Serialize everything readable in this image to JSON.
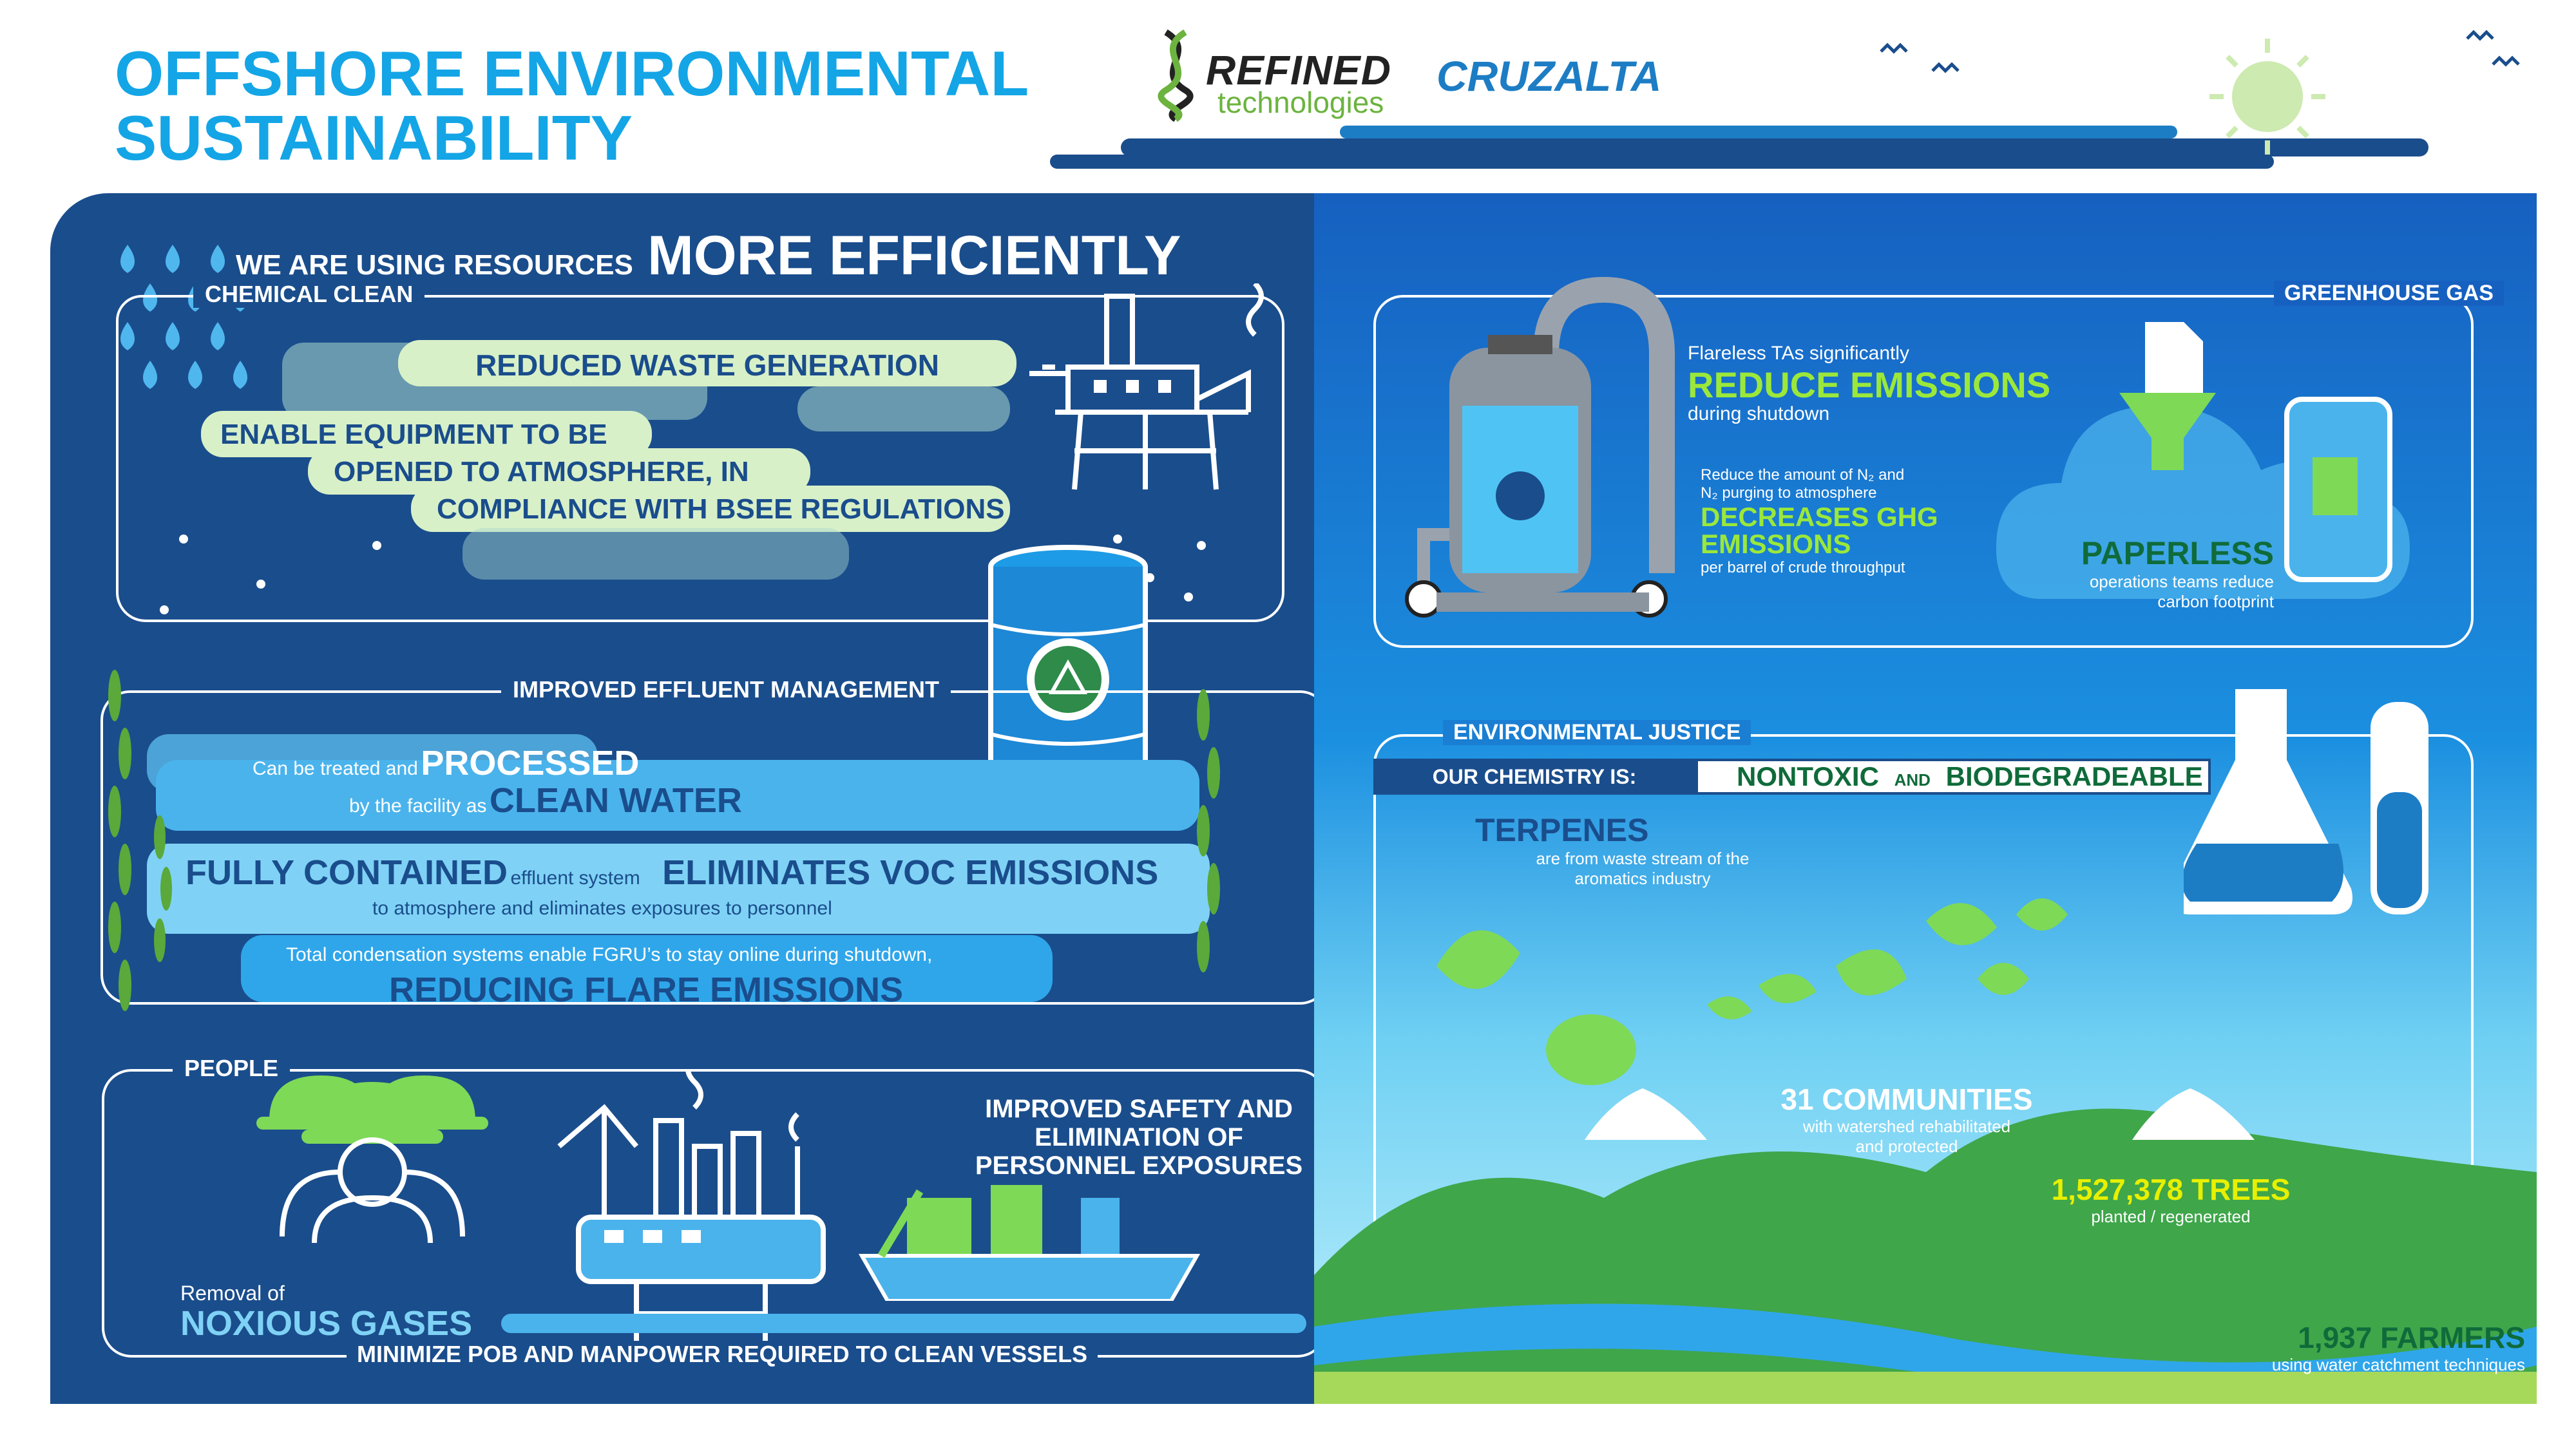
{
  "header": {
    "title_line1": "OFFSHORE ENVIRONMENTAL",
    "title_line2": "SUSTAINABILITY",
    "logo1_line1": "REFINED",
    "logo1_line2": "technologies",
    "logo2": "CRUZALTA"
  },
  "left": {
    "heading_small": "WE ARE USING RESOURCES",
    "heading_big": "MORE EFFICIENTLY",
    "chemical": {
      "label": "CHEMICAL CLEAN",
      "line1": "REDUCED WASTE GENERATION",
      "line2": "ENABLE EQUIPMENT TO BE",
      "line3": "OPENED TO ATMOSPHERE, IN",
      "line4": "COMPLIANCE WITH BSEE REGULATIONS"
    },
    "effluent": {
      "label": "IMPROVED EFFLUENT MANAGEMENT",
      "a1": "Can be treated and",
      "a2": "PROCESSED",
      "a3": "by the facility as",
      "a4": "CLEAN WATER",
      "b1": "FULLY CONTAINED",
      "b2": "effluent system",
      "b3": "ELIMINATES VOC EMISSIONS",
      "b4": "to atmosphere and eliminates exposures to personnel",
      "c1": "Total condensation systems enable FGRU’s to stay online during shutdown,",
      "c2": "REDUCING FLARE EMISSIONS"
    },
    "people": {
      "label": "PEOPLE",
      "safety1": "IMPROVED SAFETY AND",
      "safety2": "ELIMINATION OF",
      "safety3": "PERSONNEL EXPOSURES",
      "removal": "Removal of",
      "noxious": "NOXIOUS GASES",
      "bottom": "MINIMIZE POB AND MANPOWER REQUIRED TO CLEAN VESSELS"
    }
  },
  "right": {
    "ghg": {
      "label": "GREENHOUSE GAS",
      "flareless": "Flareless TAs significantly",
      "reduce": "REDUCE EMISSIONS",
      "during": "during shutdown",
      "reduce_n2_1": "Reduce the amount of N₂ and",
      "reduce_n2_2": "N₂ purging to atmosphere",
      "decreases1": "DECREASES GHG",
      "decreases2": "EMISSIONS",
      "per_barrel": "per barrel of crude throughput",
      "paperless": "PAPERLESS",
      "ops1": "operations teams reduce",
      "ops2": "carbon footprint"
    },
    "justice": {
      "label": "ENVIRONMENTAL JUSTICE",
      "chem_is": "OUR CHEMISTRY IS:",
      "nontoxic": "NONTOXIC",
      "and": "AND",
      "biodeg": "BIODEGRADEABLE",
      "terpenes": "TERPENES",
      "terp1": "are from waste stream of the",
      "terp2": "aromatics industry",
      "communities": "31 COMMUNITIES",
      "comm1": "with watershed rehabilitated",
      "comm2": "and protected",
      "trees": "1,527,378 TREES",
      "trees_sub": "planted / regenerated",
      "farmers": "1,937 FARMERS",
      "farmers_sub": "using water catchment techniques"
    }
  },
  "colors": {
    "left_bg": "#1a4d8c",
    "accent_blue": "#14a5e6",
    "pill_green": "#d8f0c8",
    "green_text": "#9be83a",
    "yellow_text": "#e8f000"
  }
}
